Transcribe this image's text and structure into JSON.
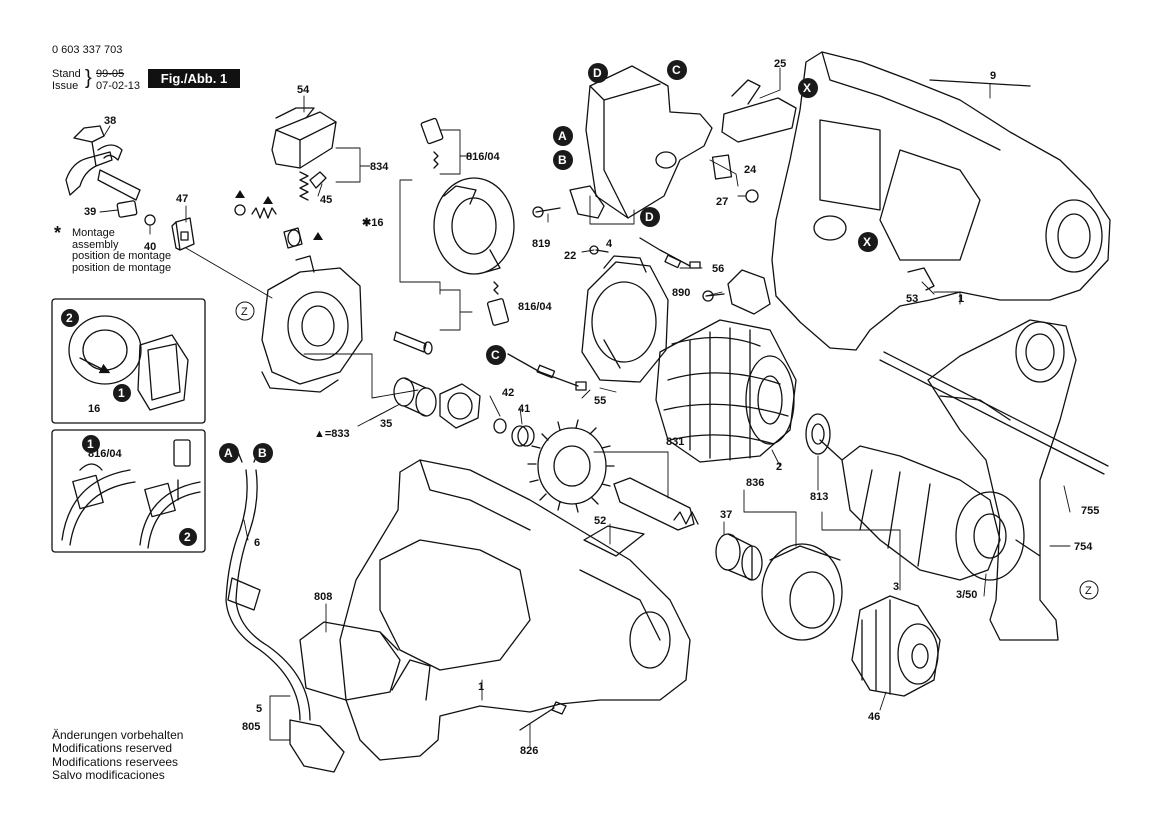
{
  "header": {
    "doc_number": "0 603 337 703",
    "stand_label": "Stand",
    "issue_label": "Issue",
    "stand_date": "99-05",
    "issue_date": "07-02-13",
    "fig_label": "Fig./Abb. 1"
  },
  "notes": [
    "Änderungen vorbehalten",
    "Modifications reserved",
    "Modifications reservees",
    "Salvo modificaciones"
  ],
  "assembly_note": {
    "symbol": "*",
    "lines": [
      "Montage",
      "assembly",
      "position de montage",
      "position de montage"
    ]
  },
  "parts": {
    "p38": "38",
    "p39": "39",
    "p40": "40",
    "p47": "47",
    "p54": "54",
    "p834": "834",
    "p45": "45",
    "p81604a": "816/04",
    "p81604b": "816/04",
    "p81604c": "816/04",
    "p16star": "✱16",
    "p16": "16",
    "p819": "819",
    "p4": "4",
    "p22": "22",
    "p56": "56",
    "p890": "890",
    "p55": "55",
    "p42": "42",
    "p41": "41",
    "p833": "▲=833",
    "p35": "35",
    "p831": "831",
    "p25": "25",
    "p9": "9",
    "p24": "24",
    "p27": "27",
    "p53": "53",
    "p1a": "1",
    "p1b": "1",
    "p2": "2",
    "p813": "813",
    "p836": "836",
    "p37": "37",
    "p52": "52",
    "p755": "755",
    "p754": "754",
    "p3": "3",
    "p350": "3/50",
    "p6": "6",
    "p808": "808",
    "p5": "5",
    "p805": "805",
    "p826": "826",
    "p46": "46"
  },
  "callouts": {
    "A": "A",
    "B": "B",
    "C": "C",
    "D": "D",
    "X": "X",
    "Z": "Z",
    "one": "1",
    "two": "2"
  },
  "colors": {
    "ink": "#111111",
    "callout_fill": "#1a1a1a",
    "paper": "#ffffff"
  }
}
